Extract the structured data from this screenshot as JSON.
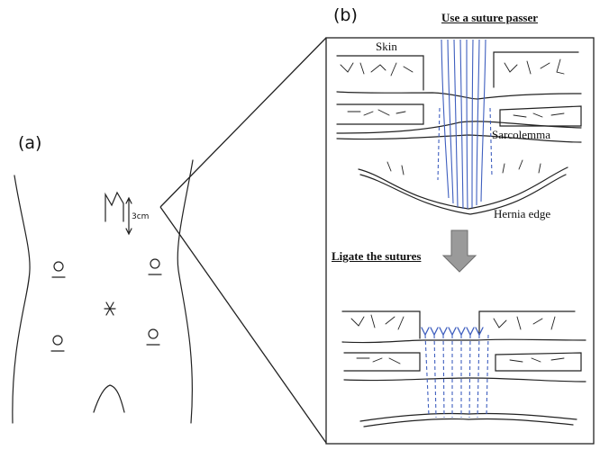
{
  "panels": {
    "a": {
      "label": "(a)",
      "scale_note": "3cm"
    },
    "b": {
      "label": "(b)",
      "top_heading": "Use a suture passer",
      "middle_heading": "Ligate the sutures",
      "layers": {
        "skin": "Skin",
        "sarcolemma": "Sarcolemma",
        "hernia_edge": "Hernia edge"
      }
    }
  },
  "port_marks": [
    "port-upper-left",
    "port-upper-right",
    "port-lower-left",
    "port-lower-right"
  ],
  "colors": {
    "ink": "#222222",
    "suture": "#3f5fbf",
    "arrow_fill": "#9a9a9a",
    "arrow_stroke": "#6e6e6e"
  }
}
